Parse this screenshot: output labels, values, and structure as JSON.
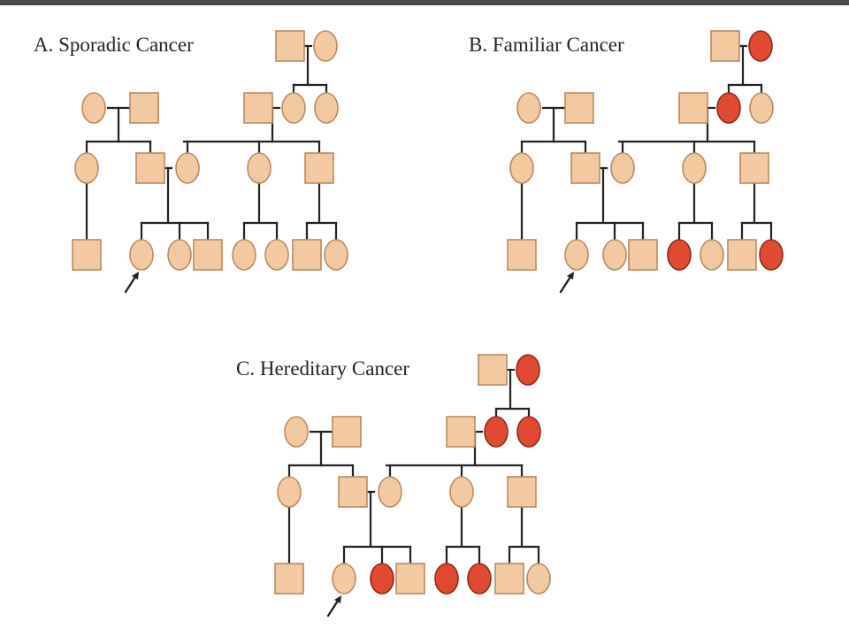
{
  "colors": {
    "unaffected_fill": "#f5c9a0",
    "unaffected_stroke": "#b88a5e",
    "affected_fill": "#e04a2e",
    "affected_stroke": "#8a2b1a",
    "line": "#222222"
  },
  "pedigrees": [
    {
      "title": "A. Sporadic Cancer",
      "affected": []
    },
    {
      "title": "B. Familiar Cancer",
      "affected": [
        "gp_female",
        "rm_female",
        "p2_female",
        "p3_child2"
      ]
    },
    {
      "title": "C. Hereditary Cancer",
      "affected": [
        "gp_female",
        "aunt2",
        "rm_female",
        "p2_female",
        "sib1",
        "p2_child2"
      ]
    }
  ]
}
